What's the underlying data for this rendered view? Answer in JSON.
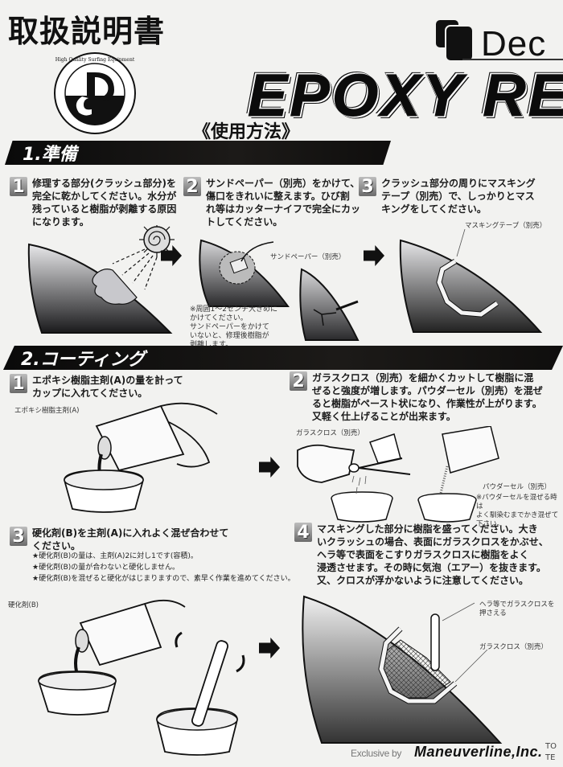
{
  "header": {
    "doc_title": "取扱説明書",
    "logo": {
      "monogram": "D",
      "ring_text_top": "High Quality Surfing Equipment",
      "ring_text_bottom": "High Quality Surfing Equipment"
    },
    "brand_name": "Dec",
    "product_title": "EPOXY RE",
    "usage_title": "《使用方法》"
  },
  "section1": {
    "title": "1.準備",
    "steps": [
      {
        "num": "1",
        "text": "修理する部分(クラッシュ部分)を\n完全に乾かしてください。水分が\n残っていると樹脂が剥離する原因\nになります。"
      },
      {
        "num": "2",
        "text": "サンドペーパー（別売）をかけて、\n傷口をきれいに整えます。ひび割\nれ等はカッターナイフで完全にカッ\nトしてください。"
      },
      {
        "num": "3",
        "text": "クラッシュ部分の周りにマスキング\nテープ（別売）で、しっかりとマス\nキングをしてください。"
      }
    ],
    "labels": {
      "sandpaper": "サンドペーパー（別売）",
      "masking_tape": "マスキングテープ（別売）"
    },
    "note": "※周囲1～2センチ大きめに\nかけてください。\nサンドペーパーをかけて\nいないと、修理後樹脂が\n剥離します。"
  },
  "section2": {
    "title": "2.コーティング",
    "steps": [
      {
        "num": "1",
        "text": "エポキシ樹脂主剤(A)の量を計って\nカップに入れてください。"
      },
      {
        "num": "2",
        "text": "ガラスクロス（別売）を細かくカットして樹脂に混\nぜると強度が増します。パウダーセル（別売）を混ぜ\nると樹脂がペースト状になり、作業性が上がります。\n又軽く仕上げることが出来ます。"
      },
      {
        "num": "3",
        "text": "硬化剤(B)を主剤(A)に入れよく混ぜ合わせて\nください。"
      },
      {
        "num": "4",
        "text": "マスキングした部分に樹脂を盛ってください。大き\nいクラッシュの場合、表面にガラスクロスをかぶせ、\nヘラ等で表面をこすりガラスクロスに樹脂をよく\n浸透させます。その時に気泡（エアー）を抜きます。\n又、クロスが浮かないように注意してください。"
      }
    ],
    "step3_notes": [
      "★硬化剤(B)の量は、主剤(A)2に対し1です(容積)。",
      "★硬化剤(B)の量が合わないと硬化しません。",
      "★硬化剤(B)を混ぜると硬化がはじまりますので、素早く作業を進めてください。"
    ],
    "labels": {
      "resin_a": "エポキシ樹脂主剤(A)",
      "glass_cloth": "ガラスクロス（別売）",
      "powder_cell": "パウダーセル（別売）",
      "powder_note": "※パウダーセルを混ぜる時は\nよく馴染むまでかき混ぜて\n下さい。",
      "hardener_b": "硬化剤(B)",
      "spatula_note": "ヘラ等でガラスクロスを\n押さえる",
      "glass_cloth_2": "ガラスクロス（別売）"
    }
  },
  "footer": {
    "exclusive": "Exclusive by",
    "company": "Maneuverline,Inc.",
    "cut_text": "TO\nTE"
  }
}
